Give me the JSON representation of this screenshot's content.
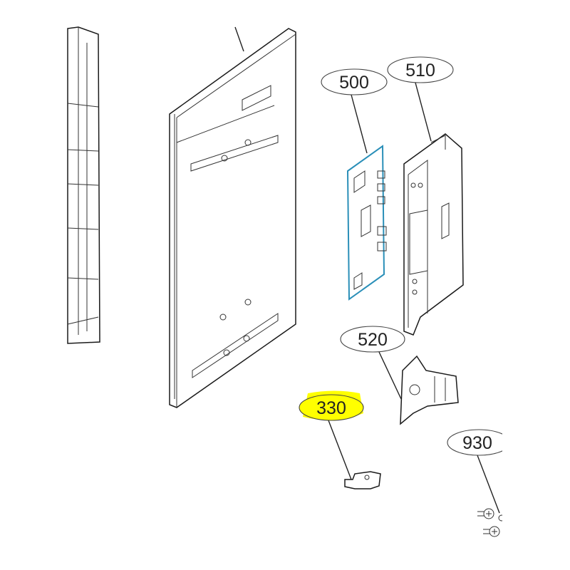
{
  "callouts": {
    "board": "500",
    "bracket": "510",
    "jack_holder": "520",
    "clip": "330",
    "screw": "930"
  },
  "highlight_color": "#ffff00",
  "board_color": "#2a8fb8"
}
